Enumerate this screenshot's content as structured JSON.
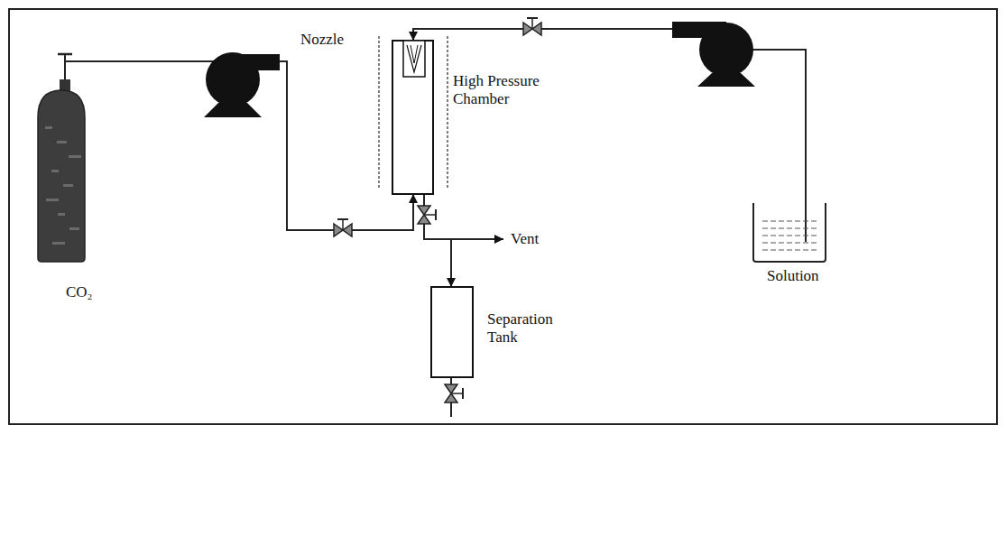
{
  "diagram": {
    "nodes": [
      {
        "text": [
          "CO₂"
        ]
      },
      {
        "text": [
          "High Pressure Chamber"
        ]
      },
      {
        "text": [
          "Nozzle"
        ],
        "in": 1
      },
      {
        "text": [
          "Solution"
        ]
      },
      {
        "text": [
          "Separation Tank"
        ]
      }
    ],
    "edges": [
      {
        "from": 0,
        "to": 1,
        "arrow": "to"
      },
      {
        "from": 3,
        "to": 2,
        "arrow": "to"
      },
      {
        "from": 1,
        "to": 4,
        "arrow": "to"
      }
    ],
    "labels": [
      "Vent"
    ]
  }
}
